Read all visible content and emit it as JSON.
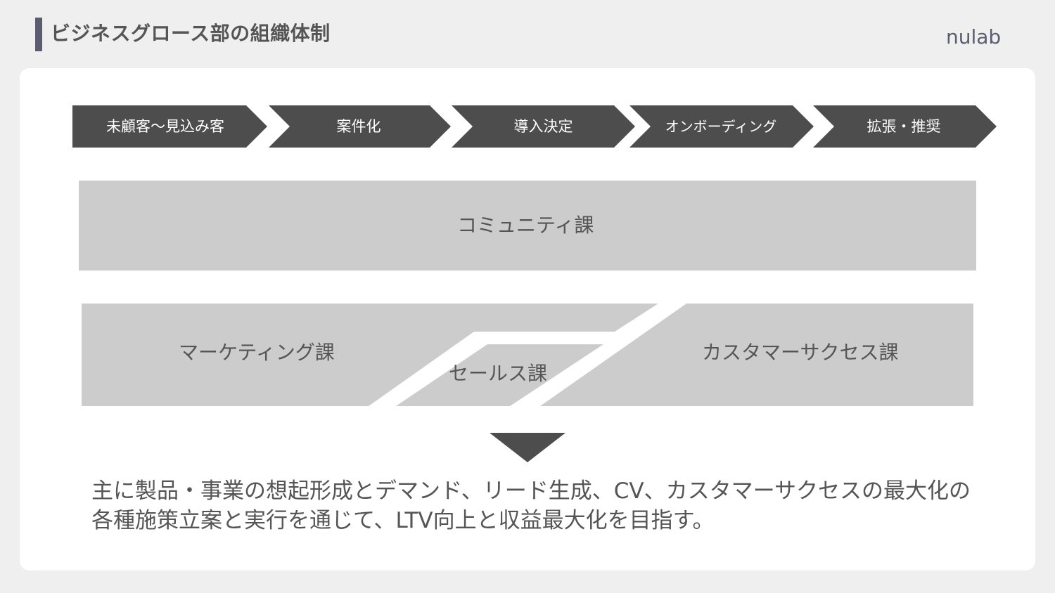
{
  "header": {
    "title": "ビジネスグロース部の組織体制",
    "logo_text": "nulab"
  },
  "flow": {
    "steps": [
      {
        "label": "未顧客〜見込み客"
      },
      {
        "label": "案件化"
      },
      {
        "label": "導入決定"
      },
      {
        "label": "オンボーディング"
      },
      {
        "label": "拡張・推奨"
      }
    ]
  },
  "departments": {
    "community": "コミュニティ課",
    "marketing": "マーケティング課",
    "sales": "セールス課",
    "customer_success": "カスタマーサクセス課"
  },
  "summary": {
    "text": "主に製品・事業の想起形成とデマンド、リード生成、CV、カスタマーサクセスの最大化の各種施策立案と実行を通じて、LTV向上と収益最大化を目指す。"
  },
  "colors": {
    "background": "#efefef",
    "card": "#ffffff",
    "arrow": "#4d4d4d",
    "block": "#cccccc",
    "text": "#555555",
    "accent": "#5c5c70"
  }
}
